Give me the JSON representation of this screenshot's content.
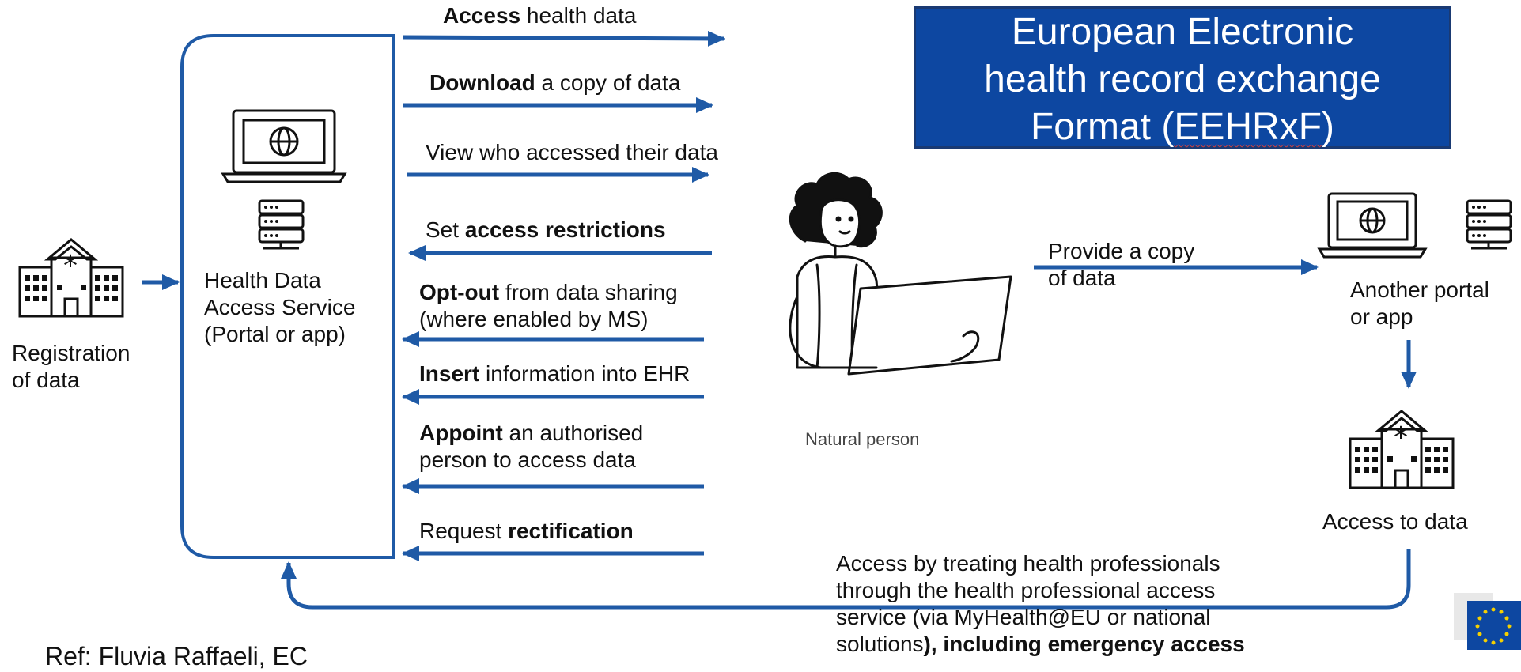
{
  "title": {
    "line1": "European Electronic",
    "line2": "health record exchange",
    "line3_prefix": "Format (",
    "line3_acronym": "EEHRxF",
    "line3_suffix": ")"
  },
  "registration": {
    "line1": "Registration",
    "line2": "of data"
  },
  "portal": {
    "line1": "Health Data",
    "line2": "Access Service",
    "line3": "(Portal or app)"
  },
  "actions": [
    {
      "bold": "Access",
      "rest": " health data"
    },
    {
      "bold": "Download",
      "rest": " a copy of data"
    },
    {
      "plain": "View who accessed their data"
    },
    {
      "pre": "Set ",
      "bold": "access restrictions"
    },
    {
      "bold": "Opt-out",
      "rest": " from data sharing",
      "line2": "(where enabled by MS)"
    },
    {
      "bold": "Insert",
      "rest": " information into EHR"
    },
    {
      "bold": "Appoint",
      "rest": " an authorised",
      "line2": "person to access data"
    },
    {
      "pre": "Request ",
      "bold": "rectification"
    }
  ],
  "person_label": "Natural person",
  "provide_copy": {
    "line1": "Provide a copy",
    "line2": "of data"
  },
  "another_portal": {
    "line1": "Another portal",
    "line2": "or app"
  },
  "access_to_data": "Access to data",
  "professionals": {
    "line1": "Access by treating health professionals",
    "line2": "through the health professional access",
    "line3": "service (via MyHealth@EU or national",
    "line4_plain": "solutions",
    "line4_bold": "), including emergency access"
  },
  "reference": "Ref: Fluvia Raffaeli, EC",
  "colors": {
    "accent": "#0d47a1",
    "arrow": "#1f5aa6",
    "title_bg": "#0d47a1"
  },
  "icons": [
    "hospital-icon",
    "laptop-globe-icon",
    "server-icon",
    "person-with-laptop-icon",
    "eu-flag-icon"
  ]
}
